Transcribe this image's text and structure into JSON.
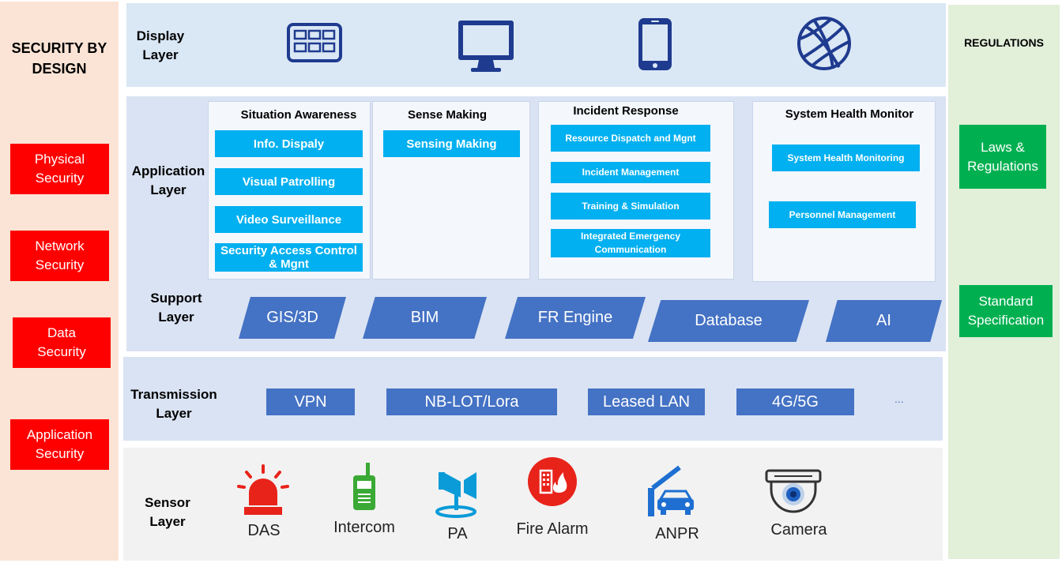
{
  "left": {
    "title_line1": "SECURITY BY",
    "title_line2": "DESIGN",
    "items": [
      {
        "line1": "Physical",
        "line2": "Security"
      },
      {
        "line1": "Network",
        "line2": "Security"
      },
      {
        "line1": "Data",
        "line2": "Security"
      },
      {
        "line1": "Application",
        "line2": "Security"
      }
    ]
  },
  "right": {
    "title": "REGULATIONS",
    "items": [
      {
        "line1": "Laws &",
        "line2": "Regulations"
      },
      {
        "line1": "Standard",
        "line2": "Specification"
      }
    ]
  },
  "display_layer": {
    "label_line1": "Display",
    "label_line2": "Layer",
    "icons": [
      "video-wall-icon",
      "monitor-icon",
      "smartphone-icon",
      "globe-icon"
    ]
  },
  "application_layer": {
    "label_line1": "Application",
    "label_line2": "Layer",
    "groups": [
      {
        "title": "Situation Awareness",
        "items": [
          "Info. Dispaly",
          "Visual Patrolling",
          "Video Surveillance",
          "Security Access Control & Mgnt"
        ]
      },
      {
        "title": "Sense Making",
        "items": [
          "Sensing Making"
        ]
      },
      {
        "title": "Incident Response",
        "items": [
          "Resource Dispatch and Mgnt",
          "Incident Management",
          "Training & Simulation",
          "Integrated Emergency Communication"
        ]
      },
      {
        "title": "System Health Monitor",
        "items": [
          "System Health Monitoring",
          "Personnel Management"
        ]
      }
    ]
  },
  "support_layer": {
    "label_line1": "Support",
    "label_line2": "Layer",
    "items": [
      "GIS/3D",
      "BIM",
      "FR Engine",
      "Database",
      "AI"
    ]
  },
  "transmission_layer": {
    "label_line1": "Transmission",
    "label_line2": "Layer",
    "items": [
      "VPN",
      "NB-LOT/Lora",
      "Leased LAN",
      "4G/5G"
    ],
    "more": "..."
  },
  "sensor_layer": {
    "label_line1": "Sensor",
    "label_line2": "Layer",
    "items": [
      {
        "label": "DAS",
        "icon": "alarm-light-icon"
      },
      {
        "label": "Intercom",
        "icon": "walkie-talkie-icon"
      },
      {
        "label": "PA",
        "icon": "loudspeaker-icon"
      },
      {
        "label": "Fire Alarm",
        "icon": "fire-alarm-icon"
      },
      {
        "label": "ANPR",
        "icon": "barrier-car-icon"
      },
      {
        "label": "Camera",
        "icon": "dome-camera-icon"
      }
    ]
  },
  "colors": {
    "security_red": "#ff0000",
    "regulation_green": "#00b050",
    "app_cyan": "#00b0f0",
    "support_blue": "#4472c4",
    "icon_navy": "#1f3b8f"
  }
}
